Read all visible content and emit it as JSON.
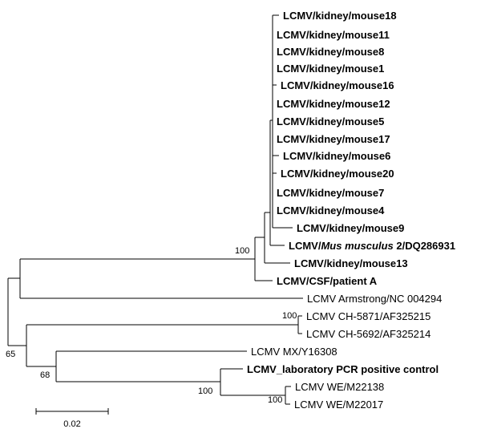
{
  "tree": {
    "leaves": [
      {
        "id": "m18",
        "text": "LCMV/kidney/mouse18",
        "bold": true
      },
      {
        "id": "m11",
        "text": "LCMV/kidney/mouse11",
        "bold": true
      },
      {
        "id": "m8",
        "text": "LCMV/kidney/mouse8",
        "bold": true
      },
      {
        "id": "m1",
        "text": "LCMV/kidney/mouse1",
        "bold": true
      },
      {
        "id": "m16",
        "text": "LCMV/kidney/mouse16",
        "bold": true
      },
      {
        "id": "m12",
        "text": "LCMV/kidney/mouse12",
        "bold": true
      },
      {
        "id": "m5",
        "text": "LCMV/kidney/mouse5",
        "bold": true
      },
      {
        "id": "m17",
        "text": "LCMV/kidney/mouse17",
        "bold": true
      },
      {
        "id": "m6",
        "text": "LCMV/kidney/mouse6",
        "bold": true
      },
      {
        "id": "m20",
        "text": "LCMV/kidney/mouse20",
        "bold": true
      },
      {
        "id": "m7",
        "text": "LCMV/kidney/mouse7",
        "bold": true
      },
      {
        "id": "m4",
        "text": "LCMV/kidney/mouse4",
        "bold": true
      },
      {
        "id": "m9",
        "text": "LCMV/kidney/mouse9",
        "bold": true
      },
      {
        "id": "mus",
        "text_parts": [
          "LCMV/",
          "Mus musculus",
          " 2/DQ286931"
        ],
        "bold": true
      },
      {
        "id": "m13",
        "text": "LCMV/kidney/mouse13",
        "bold": true
      },
      {
        "id": "csf",
        "text": "LCMV/CSF/patient A",
        "bold": true
      },
      {
        "id": "arm",
        "text": "LCMV Armstrong/NC 004294",
        "bold": false
      },
      {
        "id": "ch5871",
        "text": "LCMV CH-5871/AF325215",
        "bold": false
      },
      {
        "id": "ch5692",
        "text": "LCMV CH-5692/AF325214",
        "bold": false
      },
      {
        "id": "mx",
        "text": "LCMV MX/Y16308",
        "bold": false
      },
      {
        "id": "lab",
        "text": "LCMV_laboratory PCR positive control",
        "bold": true
      },
      {
        "id": "we1",
        "text": "LCMV WE/M22138",
        "bold": false
      },
      {
        "id": "we2",
        "text": "LCMV WE/M22017",
        "bold": false
      }
    ],
    "support_values": [
      {
        "id": "n_mouse",
        "text": "100"
      },
      {
        "id": "n_ch",
        "text": "100"
      },
      {
        "id": "n_root",
        "text": "65"
      },
      {
        "id": "n_mxwe",
        "text": "68"
      },
      {
        "id": "n_labwe",
        "text": "100"
      },
      {
        "id": "n_we",
        "text": "100"
      }
    ],
    "scale_bar": {
      "label": "0.02"
    }
  }
}
